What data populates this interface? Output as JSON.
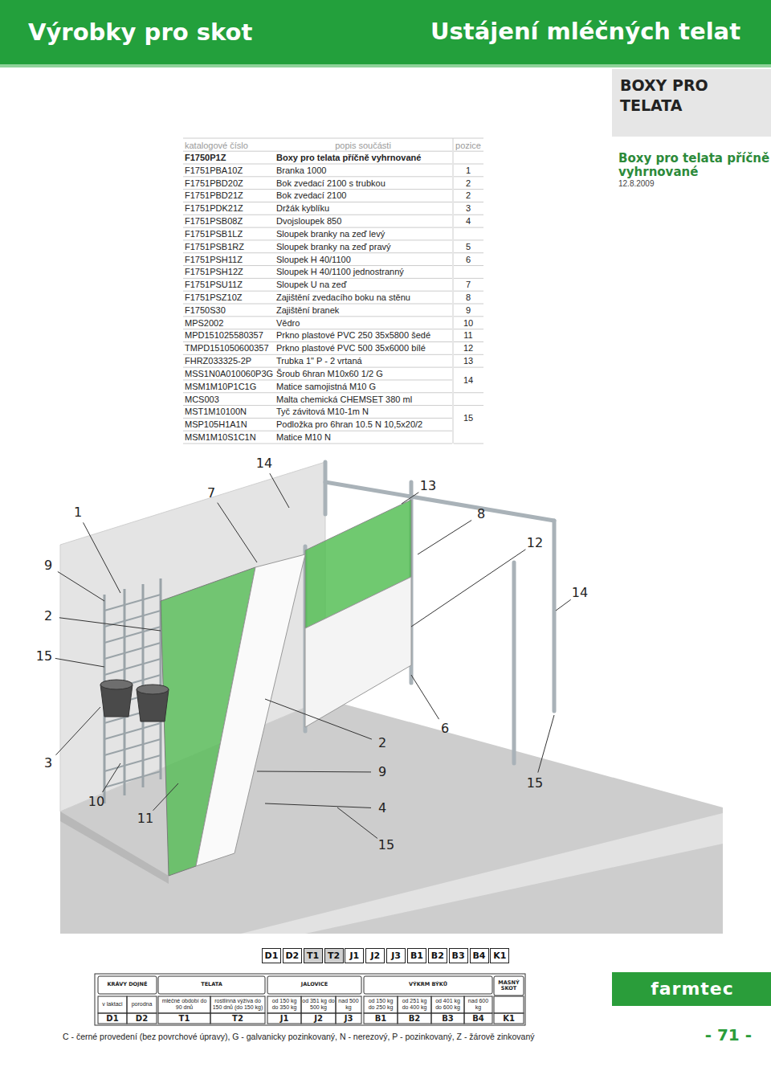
{
  "diagram": {
    "title": "Výrobky pro skot",
    "nodes": [
      {
        "text": [
          "BOXY PRO TELATA"
        ]
      },
      {
        "text": [
          "D1"
        ]
      },
      {
        "text": [
          "D2"
        ]
      },
      {
        "text": [
          "T1"
        ]
      },
      {
        "text": [
          "T2"
        ]
      },
      {
        "text": [
          "J1"
        ]
      },
      {
        "text": [
          "J2"
        ]
      },
      {
        "text": [
          "J3"
        ]
      },
      {
        "text": [
          "B1"
        ]
      },
      {
        "text": [
          "B2"
        ]
      },
      {
        "text": [
          "B3"
        ]
      },
      {
        "text": [
          "B4"
        ]
      },
      {
        "text": [
          "K1"
        ]
      }
    ],
    "labels": [
      "Ustájení mléčných telat",
      "Boxy pro telata příčně vyhrnované",
      "12.8.2009",
      "katalogové číslo",
      "popis součásti",
      "pozice",
      "F1750P1Z",
      "F1751PBA10Z",
      "F1751PBD20Z",
      "F1751PBD21Z",
      "F1751PDK21Z",
      "F1751PSB08Z",
      "F1751PSB1LZ",
      "F1751PSB1RZ",
      "F1751PSH11Z",
      "F1751PSH12Z",
      "F1751PSU11Z",
      "F1751PSZ10Z",
      "F1750S30",
      "MPS2002",
      "MPD151025580357",
      "TMPD151050600357",
      "FHRZ033325-2P",
      "MSS1N0A010060P3G",
      "MSM1M10P1C1G",
      "MCS003",
      "MST1M10100N",
      "MSP105H1A1N",
      "MSM1M10S1C1N",
      "Boxy pro telata příčně vyhrnované",
      "Branka 1000",
      "Bok zvedací 2100 s trubkou",
      "Bok zvedací 2100",
      "Držák kyblíku",
      "Dvojsloupek 850",
      "Sloupek branky na zeď levý",
      "Sloupek branky na zeď pravý",
      "Sloupek H 40/1100",
      "Sloupek H 40/1100 jednostranný",
      "Sloupek U na zeď",
      "Zajištění zvedacího boku na stěnu",
      "Zajištění branek",
      "Vědro",
      "Prkno plastové PVC 250 35x5800 šedé",
      "Prkno plastové PVC 500 35x6000 bílé",
      "Trubka 1\" P - 2 vrtaná",
      "Šroub 6hran M10x60 1/2 G",
      "Matice samojistná M10 G",
      "Malta chemická CHEMSET 380 ml",
      "Tyč závitová M10-1m N",
      "Podložka pro 6hran 10.5 N 10,5x20/2",
      "Matice M10 N",
      "1",
      "2",
      "2",
      "3",
      "4",
      "5",
      "6",
      "7",
      "8",
      "9",
      "10",
      "11",
      "12",
      "13",
      "14",
      "15",
      "14",
      "7",
      "13",
      "1",
      "8",
      "12",
      "9",
      "14",
      "2",
      "15",
      "6",
      "2",
      "3",
      "9",
      "15",
      "10",
      "11",
      "4",
      "15",
      "KRÁVY DOJNÉ",
      "TELATA",
      "JALOVICE",
      "VÝKRM BÝKŮ",
      "MASNÝ SKOT",
      "v laktaci",
      "porodna",
      "mléčné období do 90 dnů",
      "rostlinná výživa do 150 dnů (do 150 kg)",
      "od 150 kg do 350 kg",
      "od 351 kg do 500 kg",
      "nad 500 kg",
      "od 150 kg do 250 kg",
      "od 251 kg do 400 kg",
      "od 401 kg do 600 kg",
      "nad 600 kg",
      "D1",
      "D2",
      "T1",
      "T2",
      "J1",
      "J2",
      "J3",
      "B1",
      "B2",
      "B3",
      "B4",
      "K1",
      "C - černé provedení (bez povrchové úpravy), G - galvanicky pozinkovaný, N - nerezový, P - pozinkovaný, Z - žárově zinkovaný",
      "- 71 -",
      "farmtec"
    ]
  }
}
